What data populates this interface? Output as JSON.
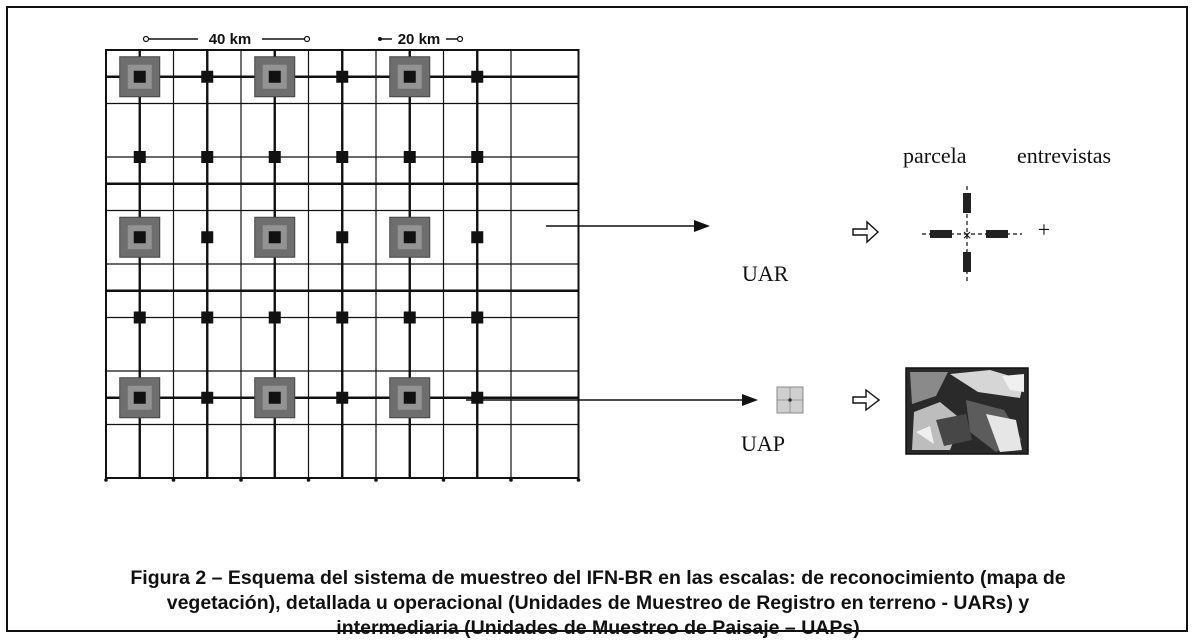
{
  "scale_labels": {
    "large": "40 km",
    "small": "20 km"
  },
  "labels": {
    "uar": "UAR",
    "uap": "UAP",
    "parcela": "parcela",
    "entrevistas": "entrevistas",
    "plus": "+"
  },
  "caption": {
    "line1": "Figura 2 – Esquema del sistema de muestreo del IFN-BR en las escalas: de reconocimiento (mapa de",
    "line2": "vegetación), detallada u operacional (Unidades de Muestreo de Registro en terreno - UARs) y",
    "line3": "intermediaria (Unidades de Muestreo de Paisaje – UAPs)"
  },
  "colors": {
    "line": "#111111",
    "large_square": "#6e6e6e",
    "large_square_inner": "#939393",
    "point": "#111111"
  }
}
